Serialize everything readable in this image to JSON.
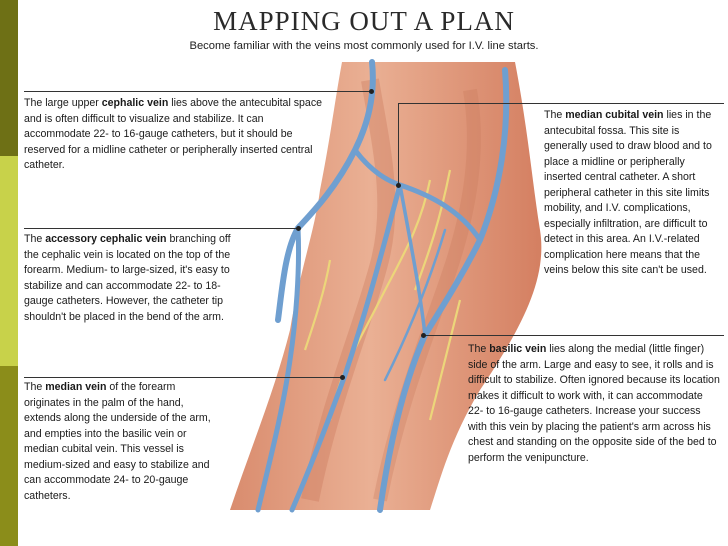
{
  "title": "MAPPING OUT A PLAN",
  "subtitle": "Become familiar with the veins most commonly used for I.V. line starts.",
  "colors": {
    "sidebar_dark": "#6e7015",
    "sidebar_light": "#c8d24a",
    "vein": "#6f9fd0",
    "skin": "#e7a382",
    "nerve": "#e9d27a"
  },
  "callouts": {
    "cephalic": {
      "pre": "The large upper ",
      "name": "cephalic vein",
      "post": " lies above the antecubital space and is often difficult to visualize and stabilize. It can accommodate 22- to 16-gauge catheters, but it should be reserved for a midline catheter or peripherally inserted central catheter."
    },
    "accessory_cephalic": {
      "pre": "The ",
      "name": "accessory cephalic vein",
      "post": " branching off the cephalic vein is located on the top of the forearm. Medium- to large-sized, it's easy to stabilize and can accommodate 22- to 18-gauge catheters. However, the catheter tip shouldn't be placed in the bend of the arm."
    },
    "median": {
      "pre": "The ",
      "name": "median vein",
      "post": " of the forearm originates in the palm of the hand, extends along the underside of the arm, and empties into the basilic vein or median cubital vein. This vessel is medium-sized and easy to stabilize and can accommodate 24- to 20-gauge catheters."
    },
    "median_cubital": {
      "pre": "The ",
      "name": "median cubital vein",
      "post": " lies in the antecubital fossa. This site is generally used to draw blood and to place a midline or peripherally inserted central catheter. A short peripheral catheter in this site limits mobility, and I.V. complications, especially infiltration, are difficult to detect in this area. An I.V.-related complication here means that the veins below this site can't be used."
    },
    "basilic": {
      "pre": "The ",
      "name": "basilic vein",
      "post": " lies along the medial (little finger) side of the arm. Large and easy to see, it rolls and is difficult to stabilize. Often ignored because its location makes it difficult to work with, it can accommodate 22- to 16-gauge catheters. Increase your success with this vein by placing the patient's arm across his chest and standing on the opposite side of the bed to perform the venipuncture."
    }
  }
}
